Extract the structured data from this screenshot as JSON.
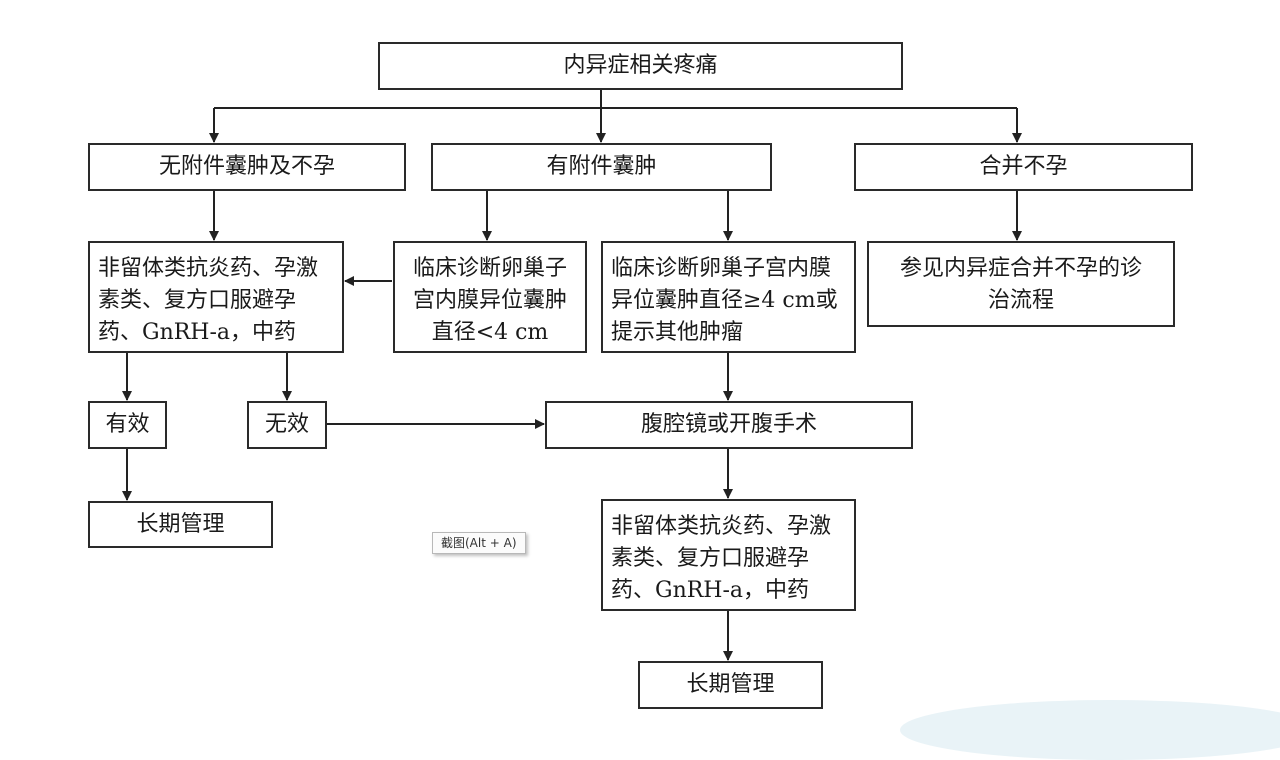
{
  "diagram": {
    "title": "内异症相关疼痛",
    "branches": {
      "no_cyst": "无附件囊肿及不孕",
      "cyst": "有附件囊肿",
      "infertility": "合并不孕"
    },
    "nodes": {
      "medication_left": "非留体类抗炎药、孕激素类、复方口服避孕药、GnRH-a，中药",
      "cyst_small": "临床诊断卵巢子宫内膜异位囊肿直径<4 cm",
      "cyst_large": "临床诊断卵巢子宫内膜异位囊肿直径≥4 cm或提示其他肿瘤",
      "infertility_ref": "参见内异症合并不孕的诊治流程",
      "effective": "有效",
      "ineffective": "无效",
      "long_term_left": "长期管理",
      "surgery": "腹腔镜或开腹手术",
      "medication_bottom": "非留体类抗炎药、孕激素类、复方口服避孕药、GnRH-a，中药",
      "long_term_bottom": "长期管理"
    }
  },
  "tooltip": {
    "label": "截图(Alt + A)"
  }
}
